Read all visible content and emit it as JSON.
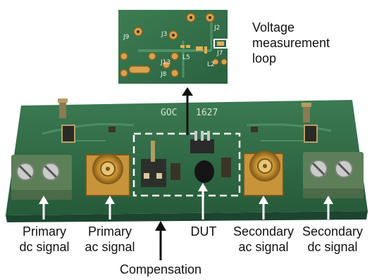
{
  "callout": {
    "line1": "Voltage",
    "line2": "measurement",
    "line3": "loop"
  },
  "board": {
    "text_code": "GOC",
    "text_number": "1627"
  },
  "connector_labels": [
    "J9",
    "J3",
    "J2",
    "J13",
    "L5",
    "J8",
    "L2",
    "J7"
  ],
  "labels": {
    "primary_dc": {
      "line1": "Primary",
      "line2": "dc signal"
    },
    "primary_ac": {
      "line1": "Primary",
      "line2": "ac signal"
    },
    "dut": {
      "line1": "DUT"
    },
    "secondary_ac": {
      "line1": "Secondary",
      "line2": "ac signal"
    },
    "secondary_dc": {
      "line1": "Secondary",
      "line2": "dc signal"
    },
    "compensation": {
      "line1": "Compensation"
    }
  },
  "colors": {
    "pcb": "#2f6a45",
    "pcb_dark": "#1f4b31",
    "pad": "#d9a24d",
    "terminal": "#5d7f57",
    "arrow": "#111111"
  }
}
